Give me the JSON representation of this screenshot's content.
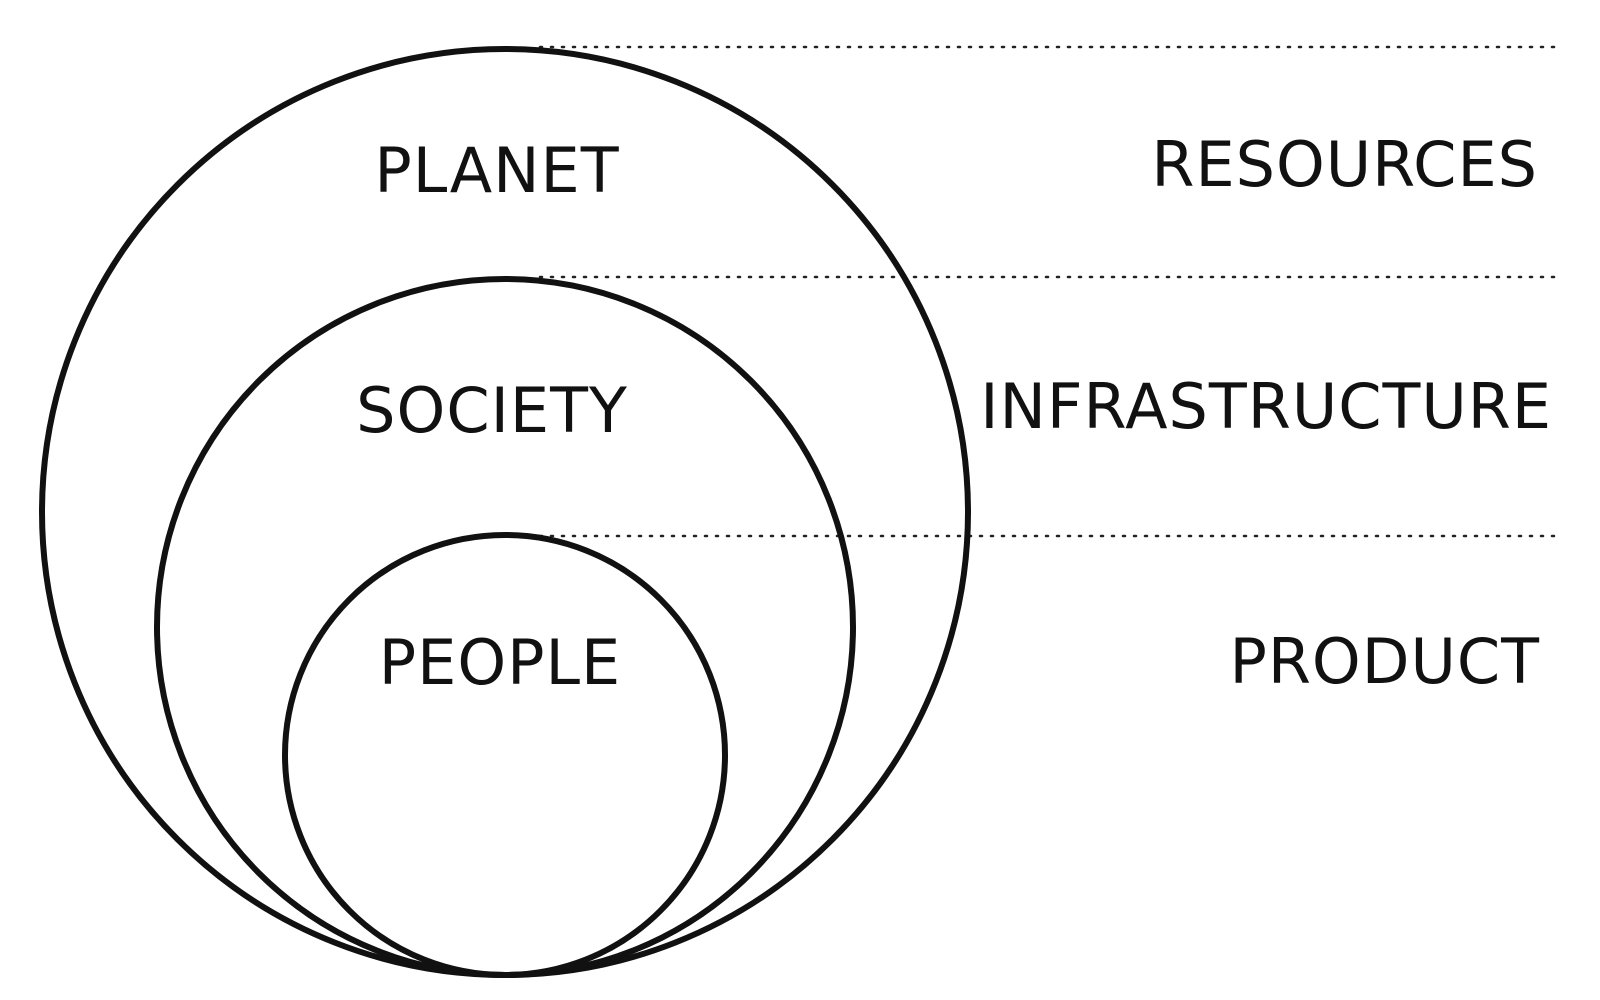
{
  "circles": {
    "outer": {
      "label": "PLANET"
    },
    "middle": {
      "label": "SOCIETY"
    },
    "inner": {
      "label": "PEOPLE"
    }
  },
  "layers": [
    {
      "label": "RESOURCES"
    },
    {
      "label": "INFRASTRUCTURE"
    },
    {
      "label": "PRODUCT"
    }
  ],
  "colors": {
    "stroke": "#111111",
    "background": "#ffffff"
  }
}
